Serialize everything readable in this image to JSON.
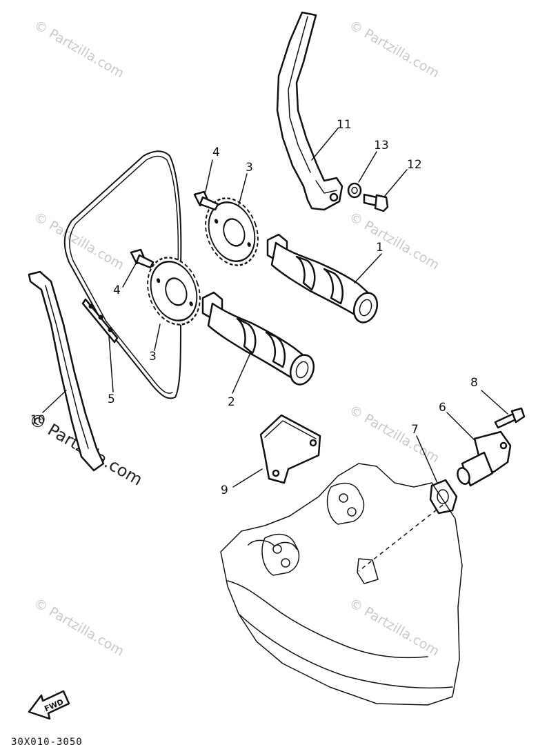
{
  "diagram": {
    "drawing_code": "30X010-3050",
    "fwd_label": "FWD",
    "watermark_text": "© Partzilla.com",
    "watermark_large_text": "© Partzilla.com",
    "callouts": {
      "c1": "1",
      "c2": "2",
      "c3a": "3",
      "c3b": "3",
      "c4a": "4",
      "c4b": "4",
      "c5": "5",
      "c6": "6",
      "c7": "7",
      "c8": "8",
      "c9": "9",
      "c10": "10",
      "c11": "11",
      "c12": "12",
      "c13": "13"
    }
  }
}
